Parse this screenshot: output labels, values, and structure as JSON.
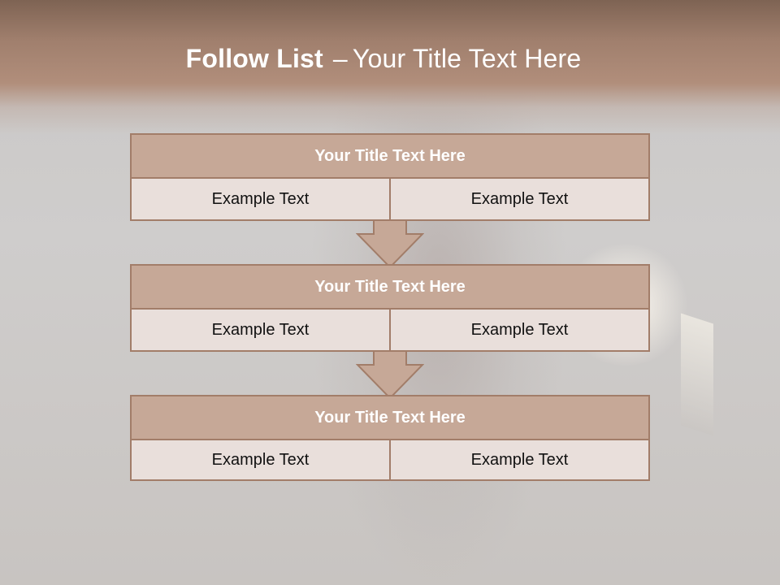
{
  "slide": {
    "title_bold": "Follow List",
    "title_dash": "–",
    "title_rest": "Your Title Text Here"
  },
  "blocks": [
    {
      "header": "Your Title Text Here",
      "cells": [
        "Example Text",
        "Example Text"
      ]
    },
    {
      "header": "Your Title Text Here",
      "cells": [
        "Example Text",
        "Example Text"
      ]
    },
    {
      "header": "Your Title Text Here",
      "cells": [
        "Example Text",
        "Example Text"
      ]
    }
  ],
  "colors": {
    "header_band": "#a07f6d",
    "block_header_fill": "#c6a897",
    "block_border": "#a27d69",
    "cell_fill": "#e9dfdb",
    "arrow_fill": "#c6a897"
  },
  "icons": {
    "connector": "down-arrow-icon"
  }
}
